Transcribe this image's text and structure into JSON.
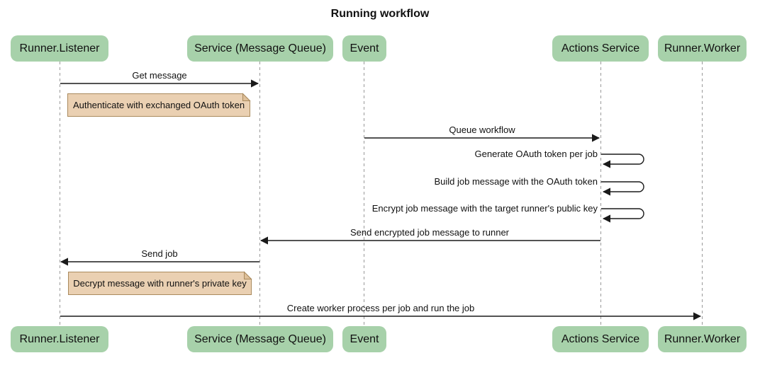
{
  "title": "Running workflow",
  "colors": {
    "actor_fill": "#a7d1aa",
    "note_fill": "#ead0b2",
    "note_border": "#aa8a5d",
    "arrow": "#1a1a1a",
    "lifeline": "#999999",
    "background": "#ffffff",
    "text": "#111111"
  },
  "actors": [
    {
      "id": "runner-listener",
      "label": "Runner.Listener"
    },
    {
      "id": "service-message-queue",
      "label": "Service (Message Queue)"
    },
    {
      "id": "event",
      "label": "Event"
    },
    {
      "id": "actions-service",
      "label": "Actions Service"
    },
    {
      "id": "runner-worker",
      "label": "Runner.Worker"
    }
  ],
  "messages": [
    {
      "type": "arrow",
      "from": "Runner.Listener",
      "to": "Service (Message Queue)",
      "label": "Get message"
    },
    {
      "type": "note",
      "over": "Runner.Listener",
      "label": "Authenticate with exchanged OAuth token"
    },
    {
      "type": "arrow",
      "from": "Event",
      "to": "Actions Service",
      "label": "Queue workflow"
    },
    {
      "type": "self",
      "actor": "Actions Service",
      "label": "Generate OAuth token per job"
    },
    {
      "type": "self",
      "actor": "Actions Service",
      "label": "Build job message with the OAuth token"
    },
    {
      "type": "self",
      "actor": "Actions Service",
      "label": "Encrypt job message with the target runner's public key"
    },
    {
      "type": "arrow",
      "from": "Actions Service",
      "to": "Service (Message Queue)",
      "label": "Send encrypted job message to runner"
    },
    {
      "type": "arrow",
      "from": "Service (Message Queue)",
      "to": "Runner.Listener",
      "label": "Send job"
    },
    {
      "type": "note",
      "over": "Runner.Listener",
      "label": "Decrypt message with runner's private key"
    },
    {
      "type": "arrow",
      "from": "Runner.Listener",
      "to": "Runner.Worker",
      "label": "Create worker process per job and run the job"
    }
  ]
}
